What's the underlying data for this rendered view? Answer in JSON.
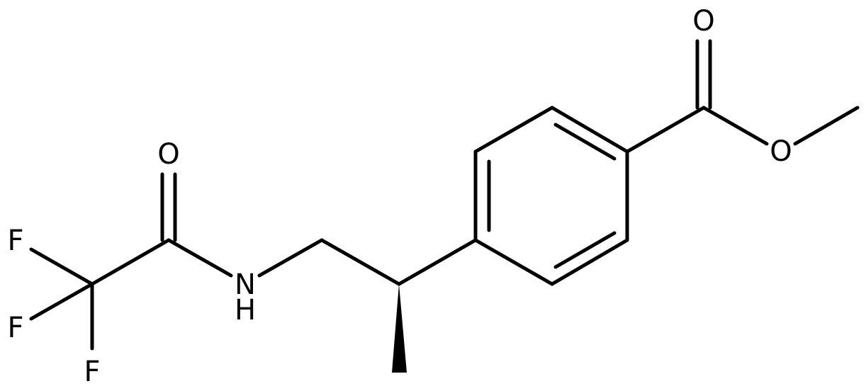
{
  "molecule": {
    "atoms": {
      "carbonyl_oxygen_ester": "O",
      "ester_oxygen": "O",
      "amide_oxygen": "O",
      "amide_nitrogen": "N",
      "amide_hydrogen": "H",
      "fluorine_1": "F",
      "fluorine_2": "F",
      "fluorine_3": "F"
    },
    "colors": {
      "bond": "#000000",
      "label": "#000000",
      "background": "#ffffff"
    }
  }
}
